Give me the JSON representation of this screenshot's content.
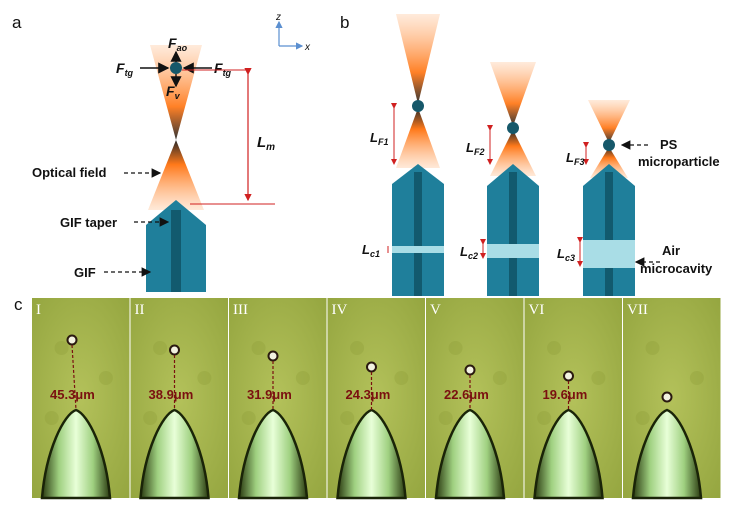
{
  "panels": {
    "a": {
      "label": "a",
      "forces": {
        "f_ao": {
          "main": "F",
          "sub": "ao"
        },
        "f_tg_left": {
          "main": "F",
          "sub": "tg"
        },
        "f_tg_right": {
          "main": "F",
          "sub": "tg"
        },
        "f_v": {
          "main": "F",
          "sub": "v"
        }
      },
      "l_m": {
        "main": "L",
        "sub": "m"
      },
      "axis_z": "z",
      "axis_x": "x",
      "optical_field": "Optical field",
      "gif_taper": "GIF taper",
      "gif": "GIF"
    },
    "b": {
      "label": "b",
      "lf": [
        {
          "main": "L",
          "sub": "F1"
        },
        {
          "main": "L",
          "sub": "F2"
        },
        {
          "main": "L",
          "sub": "F3"
        }
      ],
      "lc": [
        {
          "main": "L",
          "sub": "c1"
        },
        {
          "main": "L",
          "sub": "c2"
        },
        {
          "main": "L",
          "sub": "c3"
        }
      ],
      "ps_line1": "PS",
      "ps_line2": "microparticle",
      "air_line1": "Air",
      "air_line2": "microcavity"
    },
    "c": {
      "label": "c",
      "frames": [
        {
          "numeral": "I",
          "distance": "45.3μm"
        },
        {
          "numeral": "II",
          "distance": "38.9μm"
        },
        {
          "numeral": "III",
          "distance": "31.9μm"
        },
        {
          "numeral": "IV",
          "distance": "24.3μm"
        },
        {
          "numeral": "V",
          "distance": "22.6μm"
        },
        {
          "numeral": "VI",
          "distance": "19.6μm"
        },
        {
          "numeral": "VII",
          "distance": ""
        }
      ]
    }
  },
  "colors": {
    "fiber": "#1f7f9b",
    "fiber_core": "#125a6e",
    "beam": "#ff7a1a",
    "microscope_bg": "#a6b44c",
    "measure": "#7a1010",
    "cavity": "#a9dde6",
    "lm_arrow": "#d02020"
  }
}
